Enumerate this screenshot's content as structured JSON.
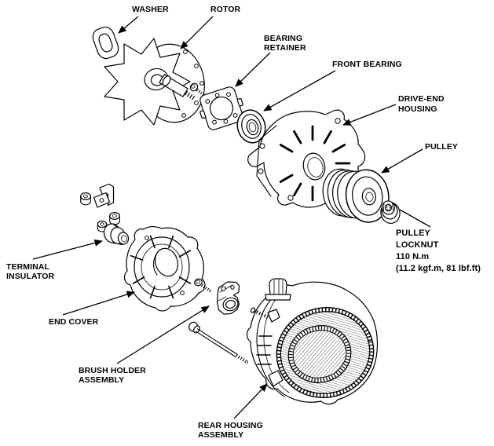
{
  "figure": {
    "kind": "exploded-parts-diagram",
    "ink_color": "#000000",
    "background_color": "#ffffff"
  },
  "labels": {
    "washer": "WASHER",
    "rotor": "ROTOR",
    "bearing_retainer": "BEARING\nRETAINER",
    "front_bearing": "FRONT BEARING",
    "drive_end_housing": "DRIVE-END\nHOUSING",
    "pulley": "PULLEY",
    "pulley_locknut": "PULLEY\nLOCKNUT\n110 N.m\n(11.2 kgf.m, 81 lbf.ft)",
    "terminal_insulator": "TERMINAL\nINSULATOR",
    "end_cover": "END COVER",
    "brush_holder_assembly": "BRUSH HOLDER\nASSEMBLY",
    "rear_housing_assembly": "REAR HOUSING\nASSEMBLY"
  }
}
